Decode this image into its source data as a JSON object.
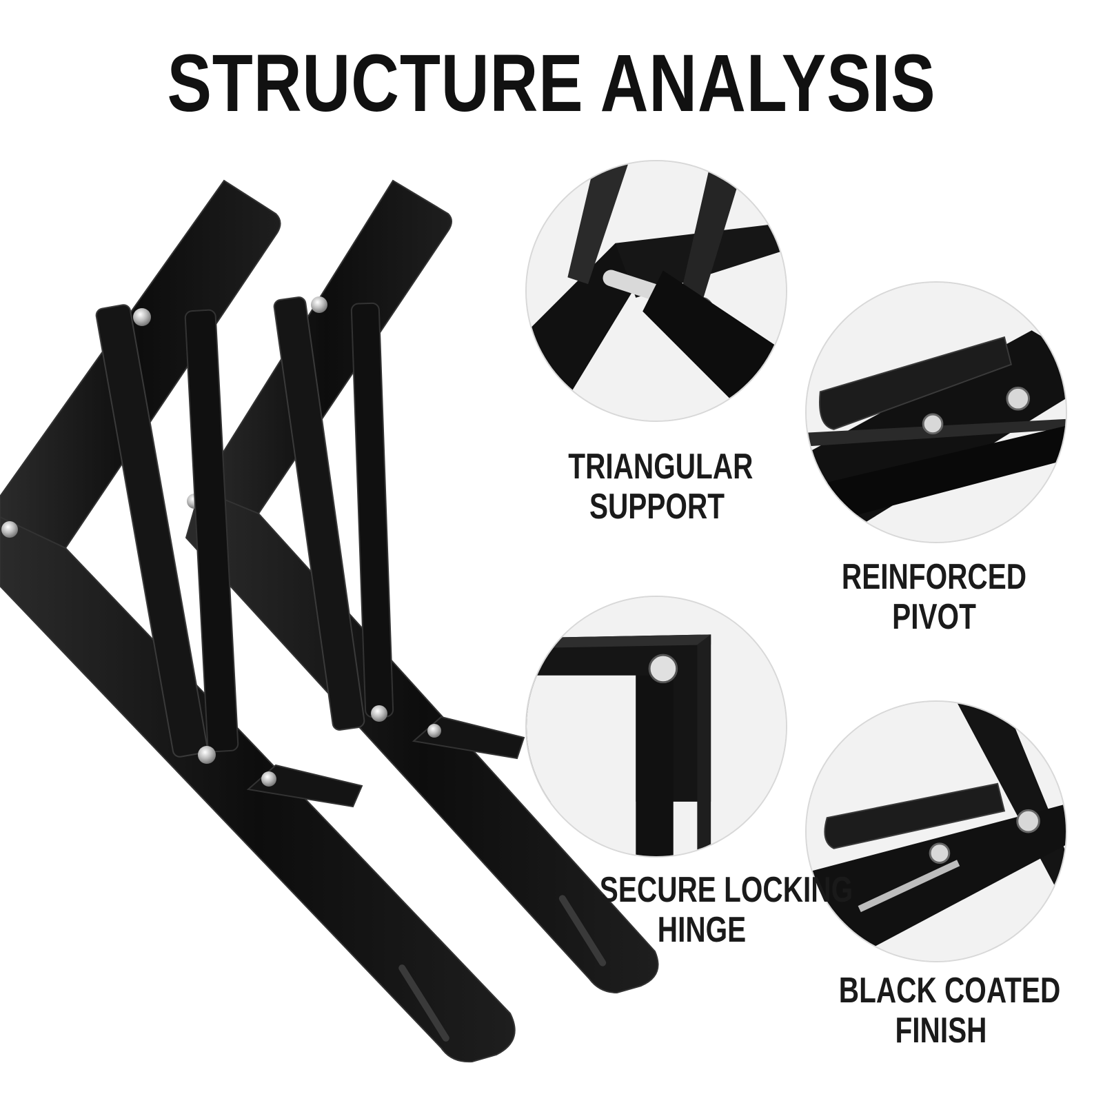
{
  "title": "STRUCTURE ANALYSIS",
  "features": [
    {
      "id": "triangular-support",
      "line1": "TRIANGULAR",
      "line2": "SUPPORT"
    },
    {
      "id": "reinforced-pivot",
      "line1": "REINFORCED",
      "line2": "PIVOT"
    },
    {
      "id": "secure-locking-hinge",
      "line1": "SECURE LOCKING",
      "line2": "HINGE"
    },
    {
      "id": "black-coated-finish",
      "line1": "BLACK COATED",
      "line2": "FINISH"
    }
  ],
  "colors": {
    "bracket_black": "#111111",
    "bracket_edge": "#2a2a2a",
    "rivet_silver": "#cfcfcf",
    "circle_bg": "#f2f2f2"
  }
}
